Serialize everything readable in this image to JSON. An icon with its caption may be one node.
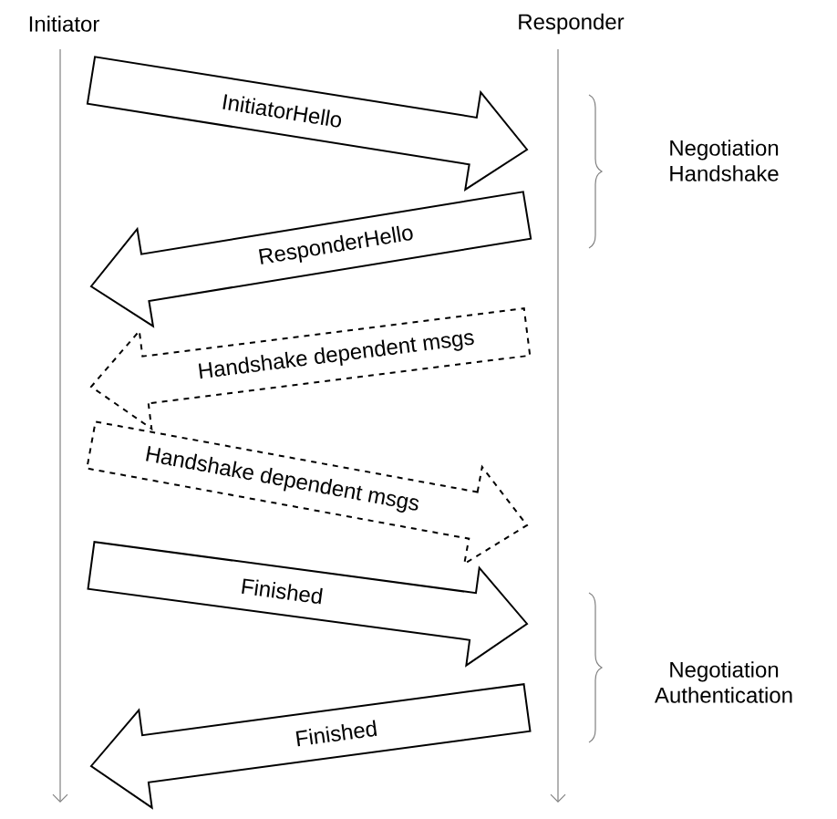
{
  "diagram": {
    "nodes": [
      {
        "text": [
          "Initiator"
        ]
      },
      {
        "text": [
          "Responder"
        ]
      }
    ],
    "edges": [
      {
        "from": 0,
        "to": 1,
        "arrow": "to",
        "label": "InitiatorHello"
      },
      {
        "from": 1,
        "to": 0,
        "arrow": "to",
        "label": "ResponderHello"
      },
      {
        "from": 1,
        "to": 0,
        "arrow": "to",
        "label": "Handshake dependent msgs",
        "style": "dashed"
      },
      {
        "from": 0,
        "to": 1,
        "arrow": "to",
        "label": "Handshake dependent msgs",
        "style": "dashed"
      },
      {
        "from": 0,
        "to": 1,
        "arrow": "to",
        "label": "Finished"
      },
      {
        "from": 1,
        "to": 0,
        "arrow": "to",
        "label": "Finished"
      }
    ],
    "labels": [
      "Negotiation Handshake",
      "Negotiation Authentication"
    ]
  }
}
